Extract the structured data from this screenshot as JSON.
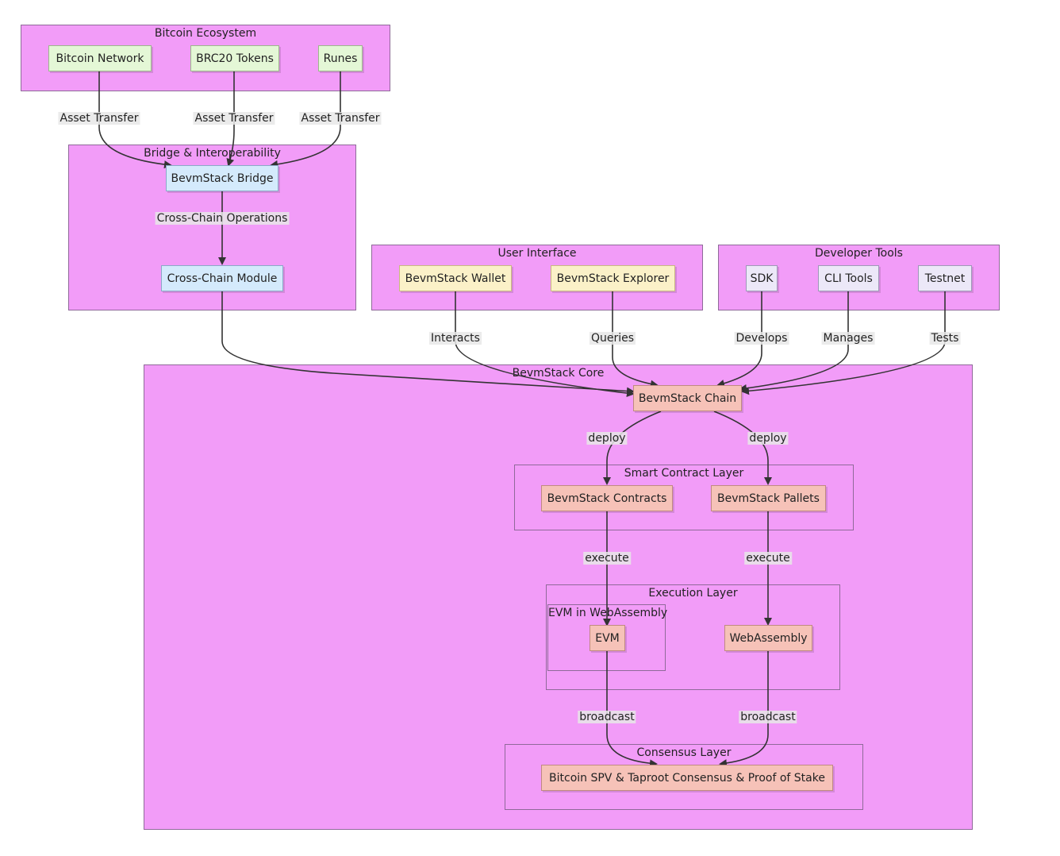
{
  "groups": {
    "bitcoin_ecosystem": "Bitcoin Ecosystem",
    "bridge": "Bridge & Interoperability",
    "user_interface": "User Interface",
    "developer_tools": "Developer Tools",
    "core": "BevmStack Core",
    "smart_contract_layer": "Smart Contract Layer",
    "execution_layer": "Execution Layer",
    "evm_in_wasm": "EVM in WebAssembly",
    "consensus_layer": "Consensus Layer"
  },
  "nodes": {
    "bitcoin_network": "Bitcoin Network",
    "brc20_tokens": "BRC20 Tokens",
    "runes": "Runes",
    "bridge": "BevmStack Bridge",
    "cross_chain_module": "Cross-Chain Module",
    "wallet": "BevmStack Wallet",
    "explorer": "BevmStack Explorer",
    "sdk": "SDK",
    "cli_tools": "CLI Tools",
    "testnet": "Testnet",
    "chain": "BevmStack Chain",
    "contracts": "BevmStack Contracts",
    "pallets": "BevmStack Pallets",
    "evm": "EVM",
    "webassembly": "WebAssembly",
    "consensus": "Bitcoin SPV & Taproot Consensus & Proof of Stake"
  },
  "edges": {
    "asset_transfer_1": "Asset Transfer",
    "asset_transfer_2": "Asset Transfer",
    "asset_transfer_3": "Asset Transfer",
    "cross_chain_ops": "Cross-Chain Operations",
    "interacts": "Interacts",
    "queries": "Queries",
    "develops": "Develops",
    "manages": "Manages",
    "tests": "Tests",
    "deploy_1": "deploy",
    "deploy_2": "deploy",
    "execute_1": "execute",
    "execute_2": "execute",
    "broadcast_1": "broadcast",
    "broadcast_2": "broadcast"
  }
}
